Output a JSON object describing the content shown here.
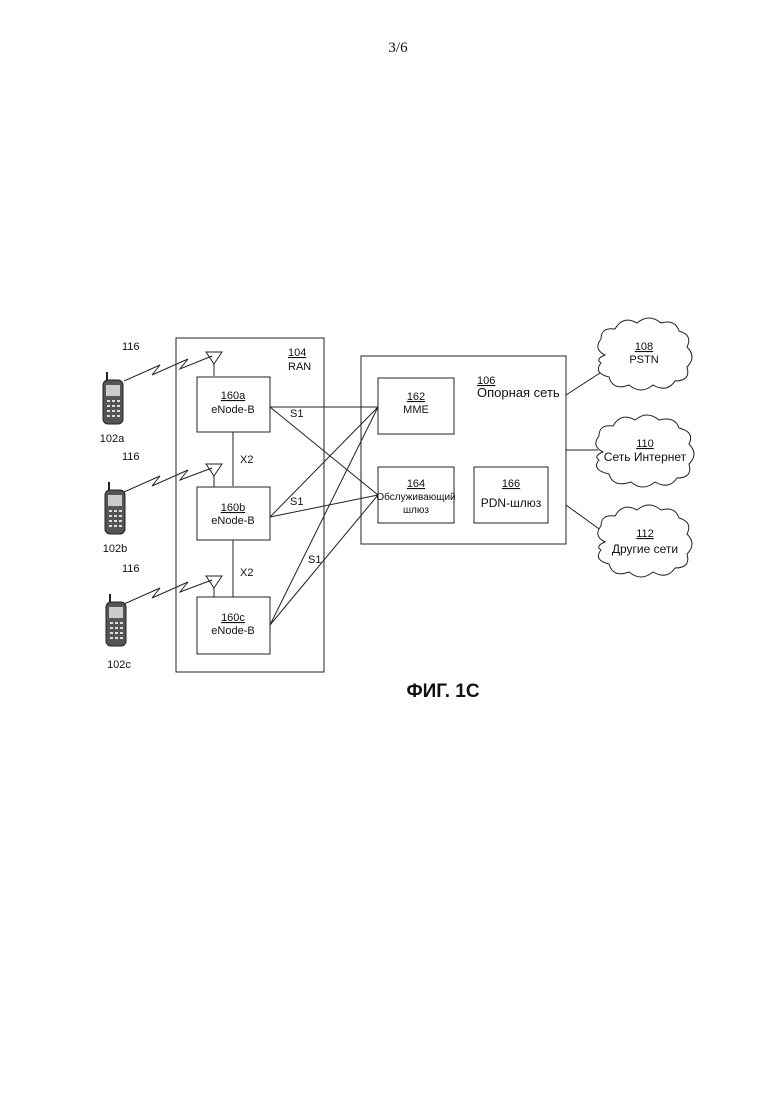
{
  "page": {
    "number": "3/6"
  },
  "ran": {
    "ref": "104",
    "label": "RAN"
  },
  "core": {
    "ref": "106",
    "label": "Опорная сеть"
  },
  "enodebs": [
    {
      "ref": "160a",
      "label": "eNode-B"
    },
    {
      "ref": "160b",
      "label": "eNode-B"
    },
    {
      "ref": "160c",
      "label": "eNode-B"
    }
  ],
  "mme": {
    "ref": "162",
    "label": "MME"
  },
  "sgw": {
    "ref": "164",
    "label_line1": "Обслуживающий",
    "label_line2": "шлюз"
  },
  "pgw": {
    "ref": "166",
    "label": "PDN-шлюз"
  },
  "networks": [
    {
      "ref": "108",
      "label": "PSTN"
    },
    {
      "ref": "110",
      "label": "Сеть Интернет"
    },
    {
      "ref": "112",
      "label": "Другие сети"
    }
  ],
  "wtrus": [
    "102a",
    "102b",
    "102c"
  ],
  "air_interface": "116",
  "interfaces": {
    "x2": "X2",
    "s1": "S1"
  },
  "figure": {
    "caption": "ФИГ. 1С"
  },
  "colors": {
    "line": "#222222",
    "text": "#111111",
    "background": "#ffffff"
  },
  "icons": {
    "phone": "mobile-phone-icon",
    "antenna": "antenna-icon",
    "cloud": "cloud-icon"
  }
}
